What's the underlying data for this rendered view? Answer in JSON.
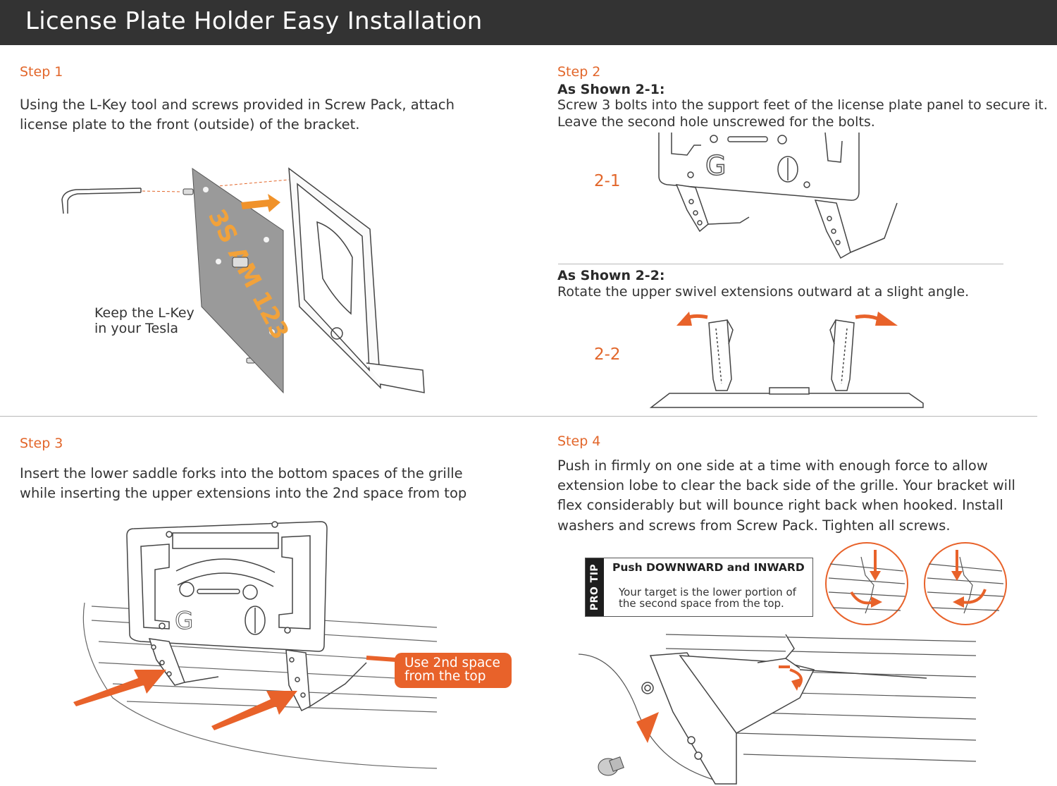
{
  "header": {
    "title": "License Plate Holder Easy Installation"
  },
  "colors": {
    "accent": "#e2662a",
    "header_bg": "#333333",
    "plate_gray": "#9a9a9a",
    "plate_text": "#f2a23a"
  },
  "step1": {
    "label": "Step 1",
    "text_line1": "Using the L-Key tool and screws provided in Screw Pack, attach",
    "text_line2": "license plate to the front (outside) of the bracket.",
    "caption_line1": "Keep the L-Key",
    "caption_line2": "in your Tesla",
    "plate_text": "3S AM 123"
  },
  "step2": {
    "label": "Step 2",
    "sub1_title": "As Shown 2-1:",
    "sub1_line1": "Screw 3 bolts into the support feet of the license plate panel to secure it.",
    "sub1_line2": "Leave the second hole unscrewed for the bolts.",
    "fig1_label": "2-1",
    "sub2_title": "As Shown 2-2:",
    "sub2_line1": "Rotate the upper swivel extensions outward at a slight angle.",
    "fig2_label": "2-2"
  },
  "step3": {
    "label": "Step 3",
    "text_line1": "Insert the lower saddle forks into the bottom spaces of the grille",
    "text_line2": "while inserting the upper extensions into the 2nd space from top",
    "callout_line1": "Use 2nd space",
    "callout_line2": "from the top"
  },
  "step4": {
    "label": "Step 4",
    "text_line1": "Push in firmly on one side at a time with enough force to allow",
    "text_line2": "extension lobe to clear the back side of the grille. Your bracket will",
    "text_line3": "flex considerably but will bounce right back when hooked. Install",
    "text_line4": "washers and screws from Screw Pack. Tighten all screws.",
    "protip_tab": "PRO TIP",
    "protip_title": "Push DOWNWARD and INWARD",
    "protip_line1": "Your target is the lower portion of",
    "protip_line2": "the second space from the top."
  }
}
